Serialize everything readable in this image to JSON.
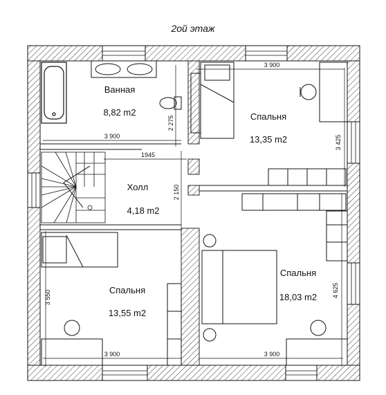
{
  "title": "2ой этаж",
  "rooms": {
    "bath": {
      "name": "Ванная",
      "area": "8,82 m2"
    },
    "bedroom_ne": {
      "name": "Спальня",
      "area": "13,35 m2"
    },
    "hall": {
      "name": "Холл",
      "area": "4,18 m2"
    },
    "bedroom_sw": {
      "name": "Спальня",
      "area": "13,55 m2"
    },
    "bedroom_se": {
      "name": "Спальня",
      "area": "18,03 m2"
    }
  },
  "dimensions": {
    "top_right": "3 900",
    "bath_width": "3 900",
    "hall_width": "1945",
    "bath_depth": "2 275",
    "hall_depth": "2 150",
    "ne_depth": "3 425",
    "sw_depth": "3 550",
    "se_depth": "4 625",
    "bottom_left": "3 900",
    "bottom_right": "3 900"
  }
}
